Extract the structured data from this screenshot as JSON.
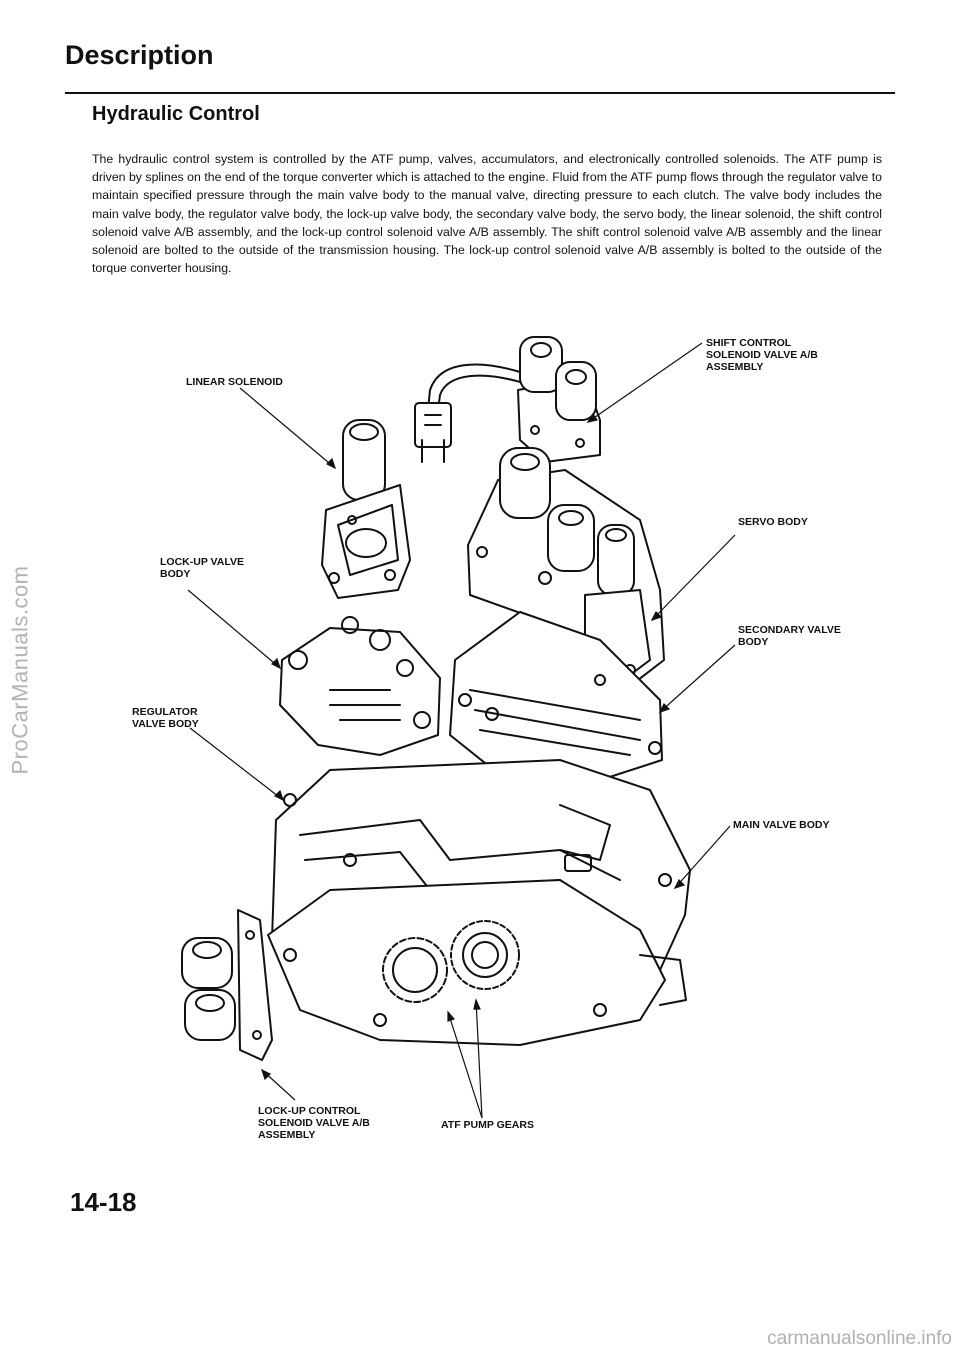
{
  "watermark": "ProCarManuals.com",
  "header": {
    "section_title": "Description",
    "subsection_title": "Hydraulic Control"
  },
  "body_text": "The hydraulic control system is controlled by the ATF pump, valves, accumulators, and electronically controlled solenoids. The ATF pump is driven by splines on the end of the torque converter which is attached to the engine. Fluid from the ATF pump flows through the regulator valve to maintain specified pressure through the main valve body to the manual valve, directing pressure to each clutch. The valve body includes the main valve body, the regulator valve body, the lock-up valve body, the secondary valve body, the servo body, the linear solenoid, the shift control solenoid valve A/B assembly, and the lock-up control solenoid valve A/B assembly. The shift control solenoid valve A/B assembly and the linear solenoid are bolted to the outside of the transmission housing. The lock-up control solenoid valve A/B assembly is bolted to the outside of the torque converter housing.",
  "figure": {
    "labels": {
      "shift_control": "SHIFT CONTROL\nSOLENOID VALVE A/B\nASSEMBLY",
      "linear_solenoid": "LINEAR SOLENOID",
      "servo_body": "SERVO BODY",
      "lockup_valve_body": "LOCK-UP VALVE\nBODY",
      "secondary_valve_body": "SECONDARY VALVE\nBODY",
      "regulator_valve_body": "REGULATOR\nVALVE BODY",
      "main_valve_body": "MAIN VALVE BODY",
      "lockup_control": "LOCK-UP CONTROL\nSOLENOID VALVE A/B\nASSEMBLY",
      "atf_pump_gears": "ATF PUMP GEARS"
    }
  },
  "page_number": "14-18",
  "footer_site": "carmanualsonline.info"
}
